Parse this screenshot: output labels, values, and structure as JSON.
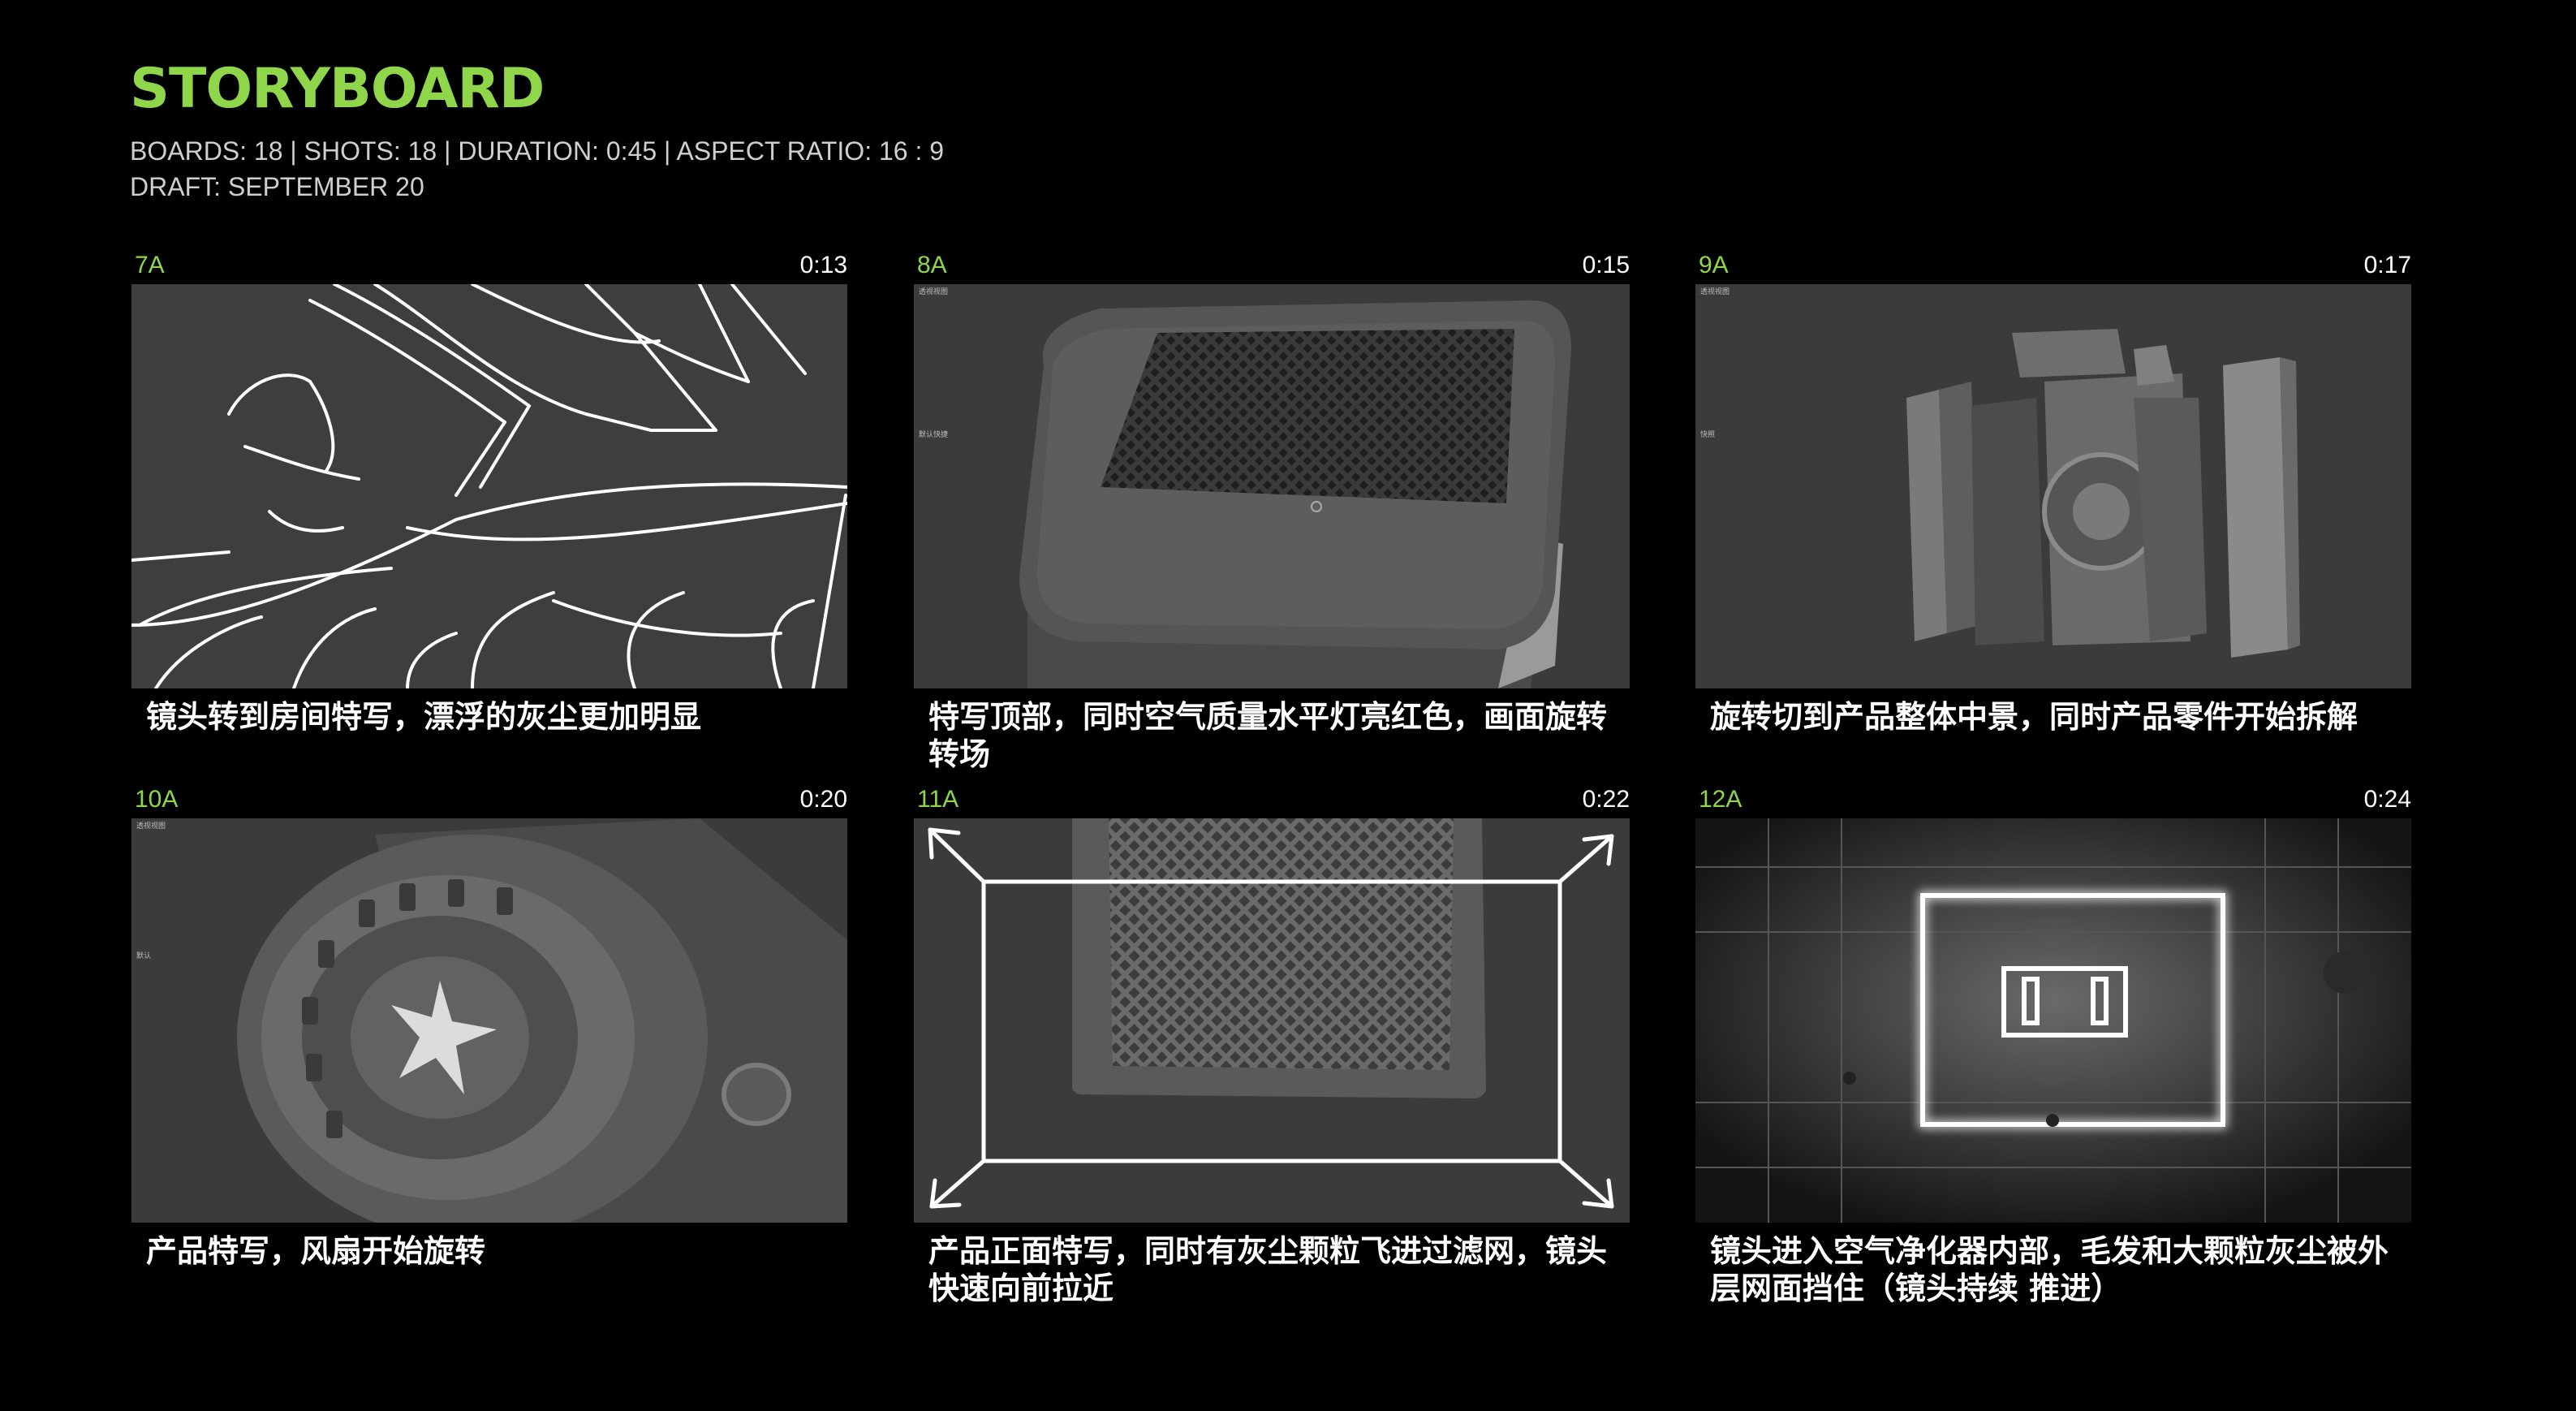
{
  "header": {
    "title": "STORYBOARD",
    "meta_line1": "BOARDS: 18 | SHOTS: 18 | DURATION: 0:45 | ASPECT RATIO: 16 : 9",
    "meta_line2": "DRAFT: SEPTEMBER 20"
  },
  "panels": [
    {
      "id": "7A",
      "time": "0:13",
      "caption": "镜头转到房间特写，漂浮的灰尘更加明显"
    },
    {
      "id": "8A",
      "time": "0:15",
      "caption": "特写顶部，同时空气质量水平灯亮红色，画面旋转转场"
    },
    {
      "id": "9A",
      "time": "0:17",
      "caption": "旋转切到产品整体中景，同时产品零件开始拆解"
    },
    {
      "id": "10A",
      "time": "0:20",
      "caption": "产品特写，风扇开始旋转"
    },
    {
      "id": "11A",
      "time": "0:22",
      "caption": "产品正面特写，同时有灰尘颗粒飞进过滤网，镜头快速向前拉近"
    },
    {
      "id": "12A",
      "time": "0:24",
      "caption": "镜头进入空气净化器内部，毛发和大颗粒灰尘被外层网面挡住（镜头持续 推进）"
    }
  ],
  "colors": {
    "accent": "#8fd64a",
    "background": "#000000",
    "frame": "#3b3b3b"
  }
}
